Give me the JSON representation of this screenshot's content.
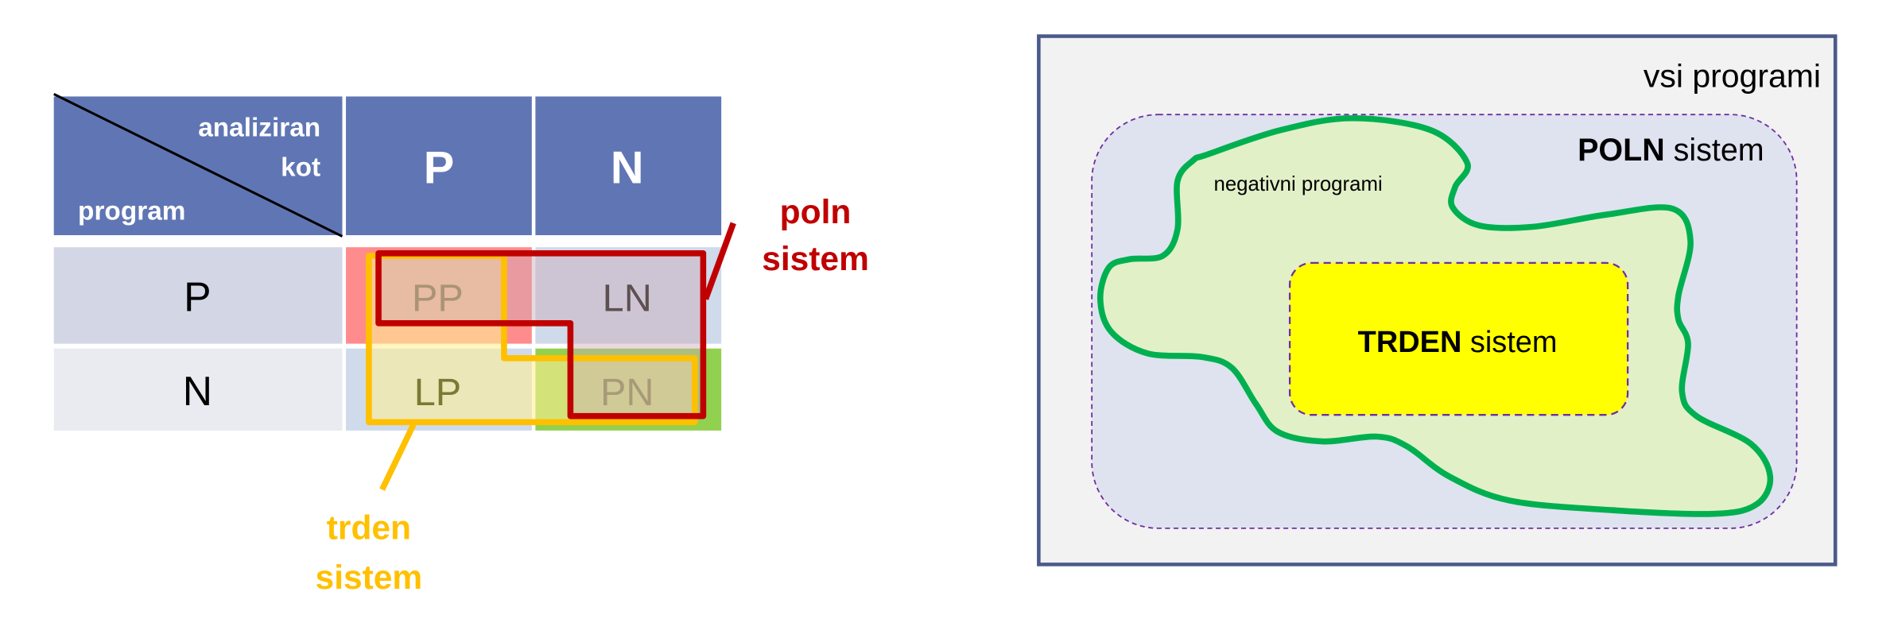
{
  "table": {
    "corner_top": "analiziran",
    "corner_mid": "kot",
    "corner_bottom": "program",
    "col_headers": [
      "P",
      "N"
    ],
    "row_headers": [
      "P",
      "N"
    ],
    "cells": [
      [
        "PP",
        "LN"
      ],
      [
        "LP",
        "PN"
      ]
    ]
  },
  "callouts": {
    "complete_line1": "poln",
    "complete_line2": "sistem",
    "sound_line1": "trden",
    "sound_line2": "sistem"
  },
  "venn": {
    "all_programs": "vsi programi",
    "complete_bold": "POLN",
    "complete_rest": " sistem",
    "negative_programs": "negativni programi",
    "sound_bold": "TRDEN",
    "sound_rest": " sistem"
  },
  "colors": {
    "header": "#6076b4",
    "complete": "#c00000",
    "sound": "#ffc000",
    "blob": "#00b050",
    "sound_box": "#ffff00",
    "dashed": "#7030a0"
  }
}
